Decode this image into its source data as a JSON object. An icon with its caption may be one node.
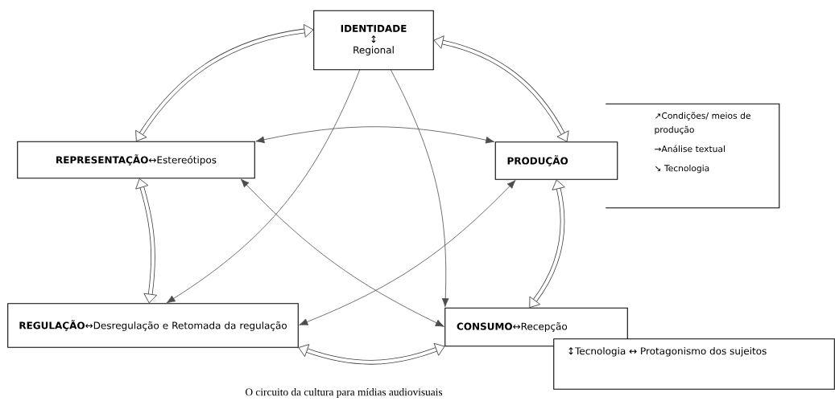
{
  "diagram": {
    "caption": "O circuito da cultura para mídias audiovisuais",
    "nodes": [
      {
        "text": [
          "IDENTIDADE",
          "↕",
          "Regional"
        ]
      },
      {
        "text": [
          "**REPRESENTAÇÃO**↔Estereótipos"
        ]
      },
      {
        "text": [
          "PRODUÇÃO"
        ]
      },
      {
        "text": [
          "↗Condições/ meios de produção",
          "→Análise textual",
          "↘ Tecnologia"
        ]
      },
      {
        "text": [
          "**REGULAÇÃO**↔Desregulação e Retomada da regulação"
        ]
      },
      {
        "text": [
          "**CONSUMO**↔Recepção"
        ]
      },
      {
        "text": [
          "↕Tecnologia ↔ Protagonismo dos sujeitos"
        ]
      }
    ],
    "edges": [
      {
        "from": 0,
        "to": 1,
        "arrow": "both",
        "style": "thick"
      },
      {
        "from": 0,
        "to": 2,
        "arrow": "both",
        "style": "thick"
      },
      {
        "from": 2,
        "to": 5,
        "arrow": "both",
        "style": "thick"
      },
      {
        "from": 5,
        "to": 4,
        "arrow": "both",
        "style": "thick"
      },
      {
        "from": 4,
        "to": 1,
        "arrow": "both",
        "style": "thick"
      },
      {
        "from": 0,
        "to": 4,
        "arrow": "to"
      },
      {
        "from": 0,
        "to": 5,
        "arrow": "to"
      },
      {
        "from": 1,
        "to": 2,
        "arrow": "both"
      },
      {
        "from": 1,
        "to": 5,
        "arrow": "both"
      },
      {
        "from": 4,
        "to": 2,
        "arrow": "both"
      }
    ]
  }
}
